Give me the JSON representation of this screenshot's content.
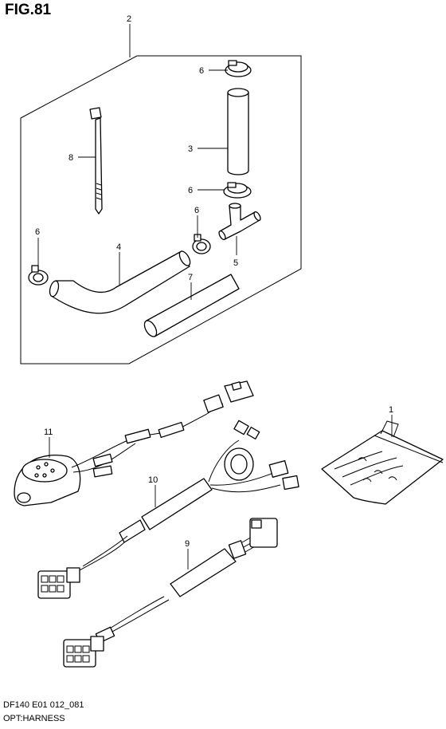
{
  "figure": {
    "title": "FIG.81",
    "code": "DF140 E01 012_081",
    "description": "OPT:HARNESS"
  },
  "callouts": {
    "kit": "2",
    "hose_straight": "3",
    "hose_bent": "4",
    "tee_joint": "5",
    "clip_top": "6",
    "clip_mid": "6",
    "clip_right": "6",
    "clip_left": "6",
    "hose_short": "7",
    "cable_tie": "8",
    "harness_9": "9",
    "harness_10": "10",
    "buzzer_harness": "11",
    "bag": "1"
  }
}
